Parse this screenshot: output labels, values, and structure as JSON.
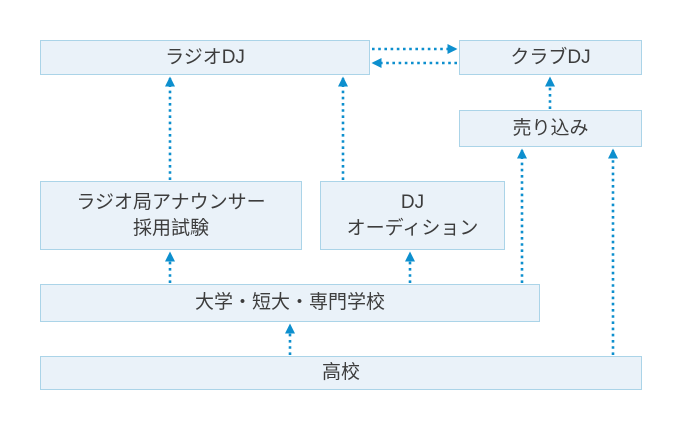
{
  "diagram": {
    "title": "dj-career-path-flowchart",
    "boxes": {
      "radio_dj": {
        "label": "ラジオDJ"
      },
      "club_dj": {
        "label": "クラブDJ"
      },
      "pitch": {
        "label": "売り込み"
      },
      "announcer_exam": {
        "line1": "ラジオ局アナウンサー",
        "line2": "採用試験"
      },
      "dj_audition": {
        "line1": "DJ",
        "line2": "オーディション"
      },
      "university": {
        "label": "大学・短大・専門学校"
      },
      "high_school": {
        "label": "高校"
      }
    },
    "arrows": [
      {
        "from": "high_school",
        "to": "university",
        "style": "dotted"
      },
      {
        "from": "high_school",
        "to": "pitch",
        "style": "dotted"
      },
      {
        "from": "university",
        "to": "announcer_exam",
        "style": "dotted"
      },
      {
        "from": "university",
        "to": "dj_audition",
        "style": "dotted"
      },
      {
        "from": "university",
        "to": "pitch",
        "style": "dotted"
      },
      {
        "from": "announcer_exam",
        "to": "radio_dj",
        "style": "dotted"
      },
      {
        "from": "dj_audition",
        "to": "radio_dj",
        "style": "dotted"
      },
      {
        "from": "pitch",
        "to": "club_dj",
        "style": "dotted"
      },
      {
        "from": "radio_dj",
        "to": "club_dj",
        "style": "dotted"
      },
      {
        "from": "club_dj",
        "to": "radio_dj",
        "style": "dotted"
      }
    ],
    "colors": {
      "arrow": "#0d8fce",
      "box_fill": "#eaf2f9",
      "box_border": "#abd4e8",
      "text": "#3d3d3d",
      "background": "#ffffff"
    }
  }
}
